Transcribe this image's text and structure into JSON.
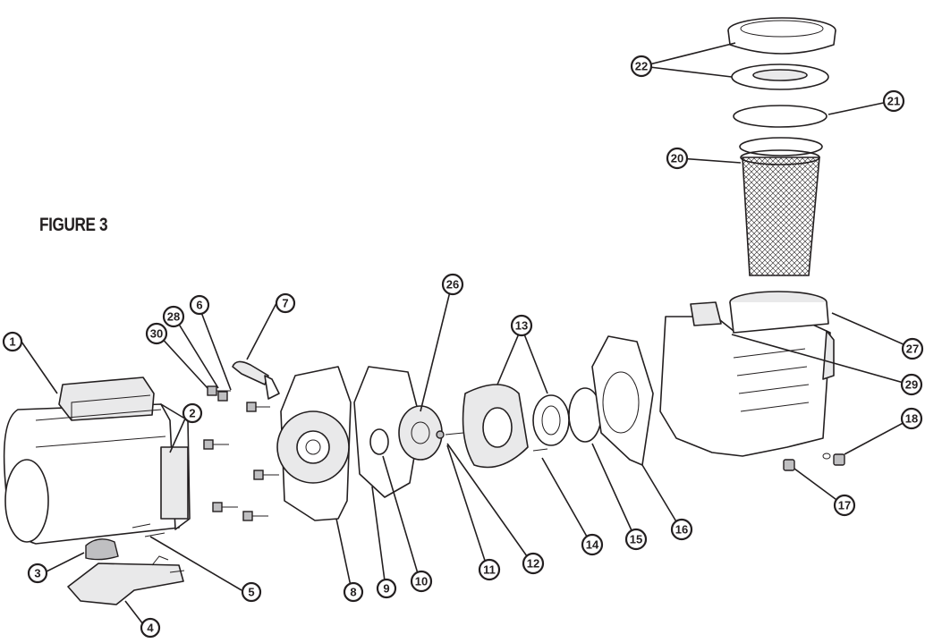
{
  "figure": {
    "title": "FIGURE 3"
  },
  "callouts": [
    {
      "label": "1"
    },
    {
      "label": "2"
    },
    {
      "label": "3"
    },
    {
      "label": "4"
    },
    {
      "label": "5"
    },
    {
      "label": "6"
    },
    {
      "label": "7"
    },
    {
      "label": "8"
    },
    {
      "label": "9"
    },
    {
      "label": "10"
    },
    {
      "label": "11"
    },
    {
      "label": "12"
    },
    {
      "label": "13"
    },
    {
      "label": "14"
    },
    {
      "label": "15"
    },
    {
      "label": "16"
    },
    {
      "label": "17"
    },
    {
      "label": "18"
    },
    {
      "label": "20"
    },
    {
      "label": "21"
    },
    {
      "label": "22"
    },
    {
      "label": "26"
    },
    {
      "label": "27"
    },
    {
      "label": "28"
    },
    {
      "label": "29"
    },
    {
      "label": "30"
    }
  ],
  "colors": {
    "ink": "#231f20",
    "shade": "#e9e9ea",
    "dark": "#bfbfc1"
  }
}
